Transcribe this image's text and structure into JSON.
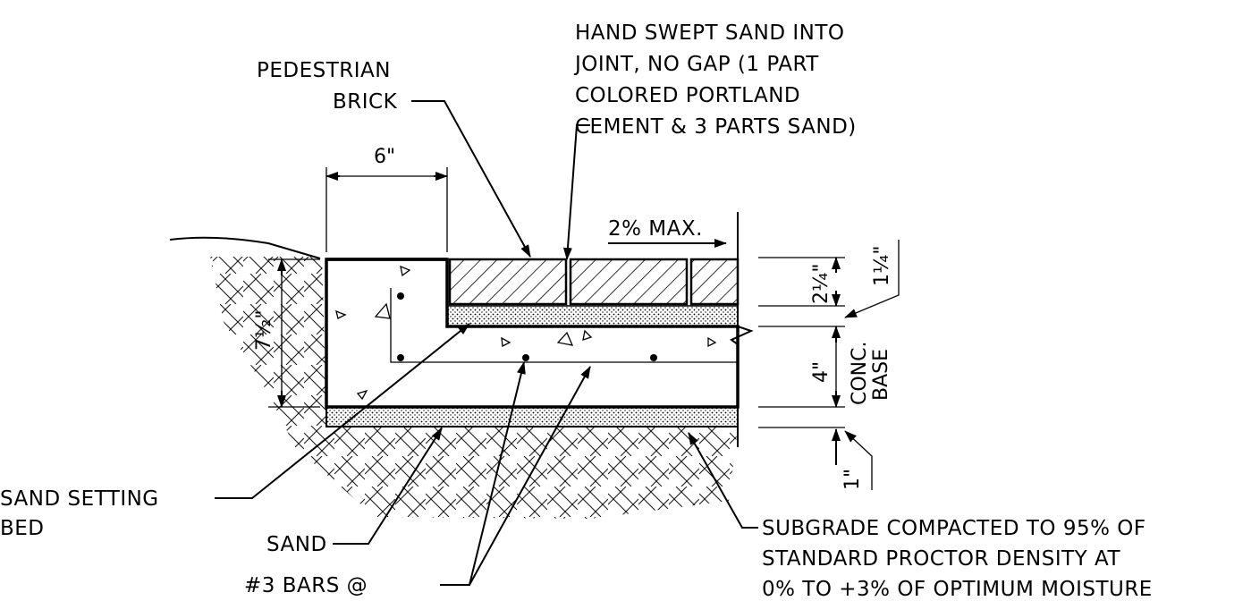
{
  "labels": {
    "pedestrian_brick": [
      "PEDESTRIAN",
      "BRICK"
    ],
    "hand_swept": [
      "HAND SWEPT SAND INTO",
      "JOINT, NO GAP (1 PART",
      "COLORED PORTLAND",
      "CEMENT & 3 PARTS SAND)"
    ],
    "slope": "2% MAX.",
    "sand_setting_bed": [
      "SAND SETTING",
      "BED"
    ],
    "sand": "SAND",
    "bars": "#3 BARS @",
    "subgrade": [
      "SUBGRADE COMPACTED TO 95% OF",
      "STANDARD PROCTOR DENSITY AT",
      "0% TO +3% OF OPTIMUM MOISTURE"
    ],
    "conc_base": [
      "CONC.",
      "BASE"
    ]
  },
  "dimensions": {
    "curb_width": "6\"",
    "curb_depth": "7½\"",
    "brick_thickness": "2¼\"",
    "brick_total": "1¼\"",
    "base_thickness": "4\"",
    "sand_thickness": "1\""
  }
}
